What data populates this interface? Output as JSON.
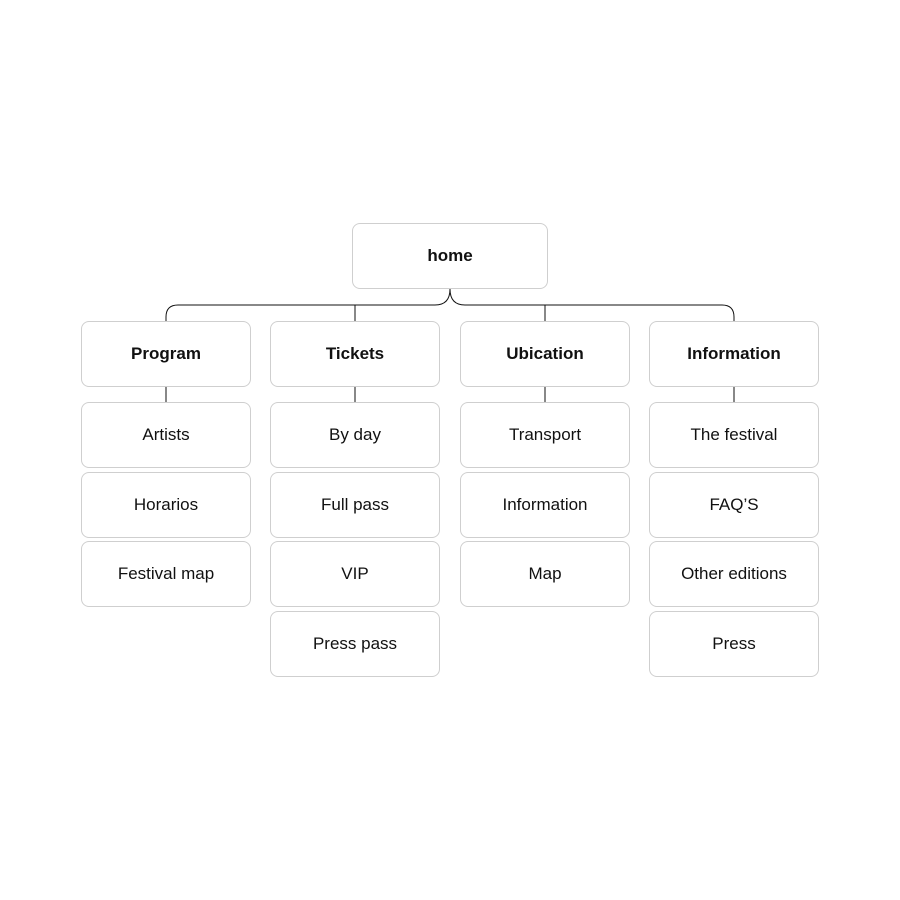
{
  "root": {
    "label": "home"
  },
  "columns": [
    {
      "label": "Program",
      "children": [
        "Artists",
        "Horarios",
        "Festival map"
      ]
    },
    {
      "label": "Tickets",
      "children": [
        "By day",
        "Full pass",
        "VIP",
        "Press pass"
      ]
    },
    {
      "label": "Ubication",
      "children": [
        "Transport",
        "Information",
        "Map"
      ]
    },
    {
      "label": "Information",
      "children": [
        "The festival",
        "FAQ’S",
        "Other editions",
        "Press"
      ]
    }
  ]
}
